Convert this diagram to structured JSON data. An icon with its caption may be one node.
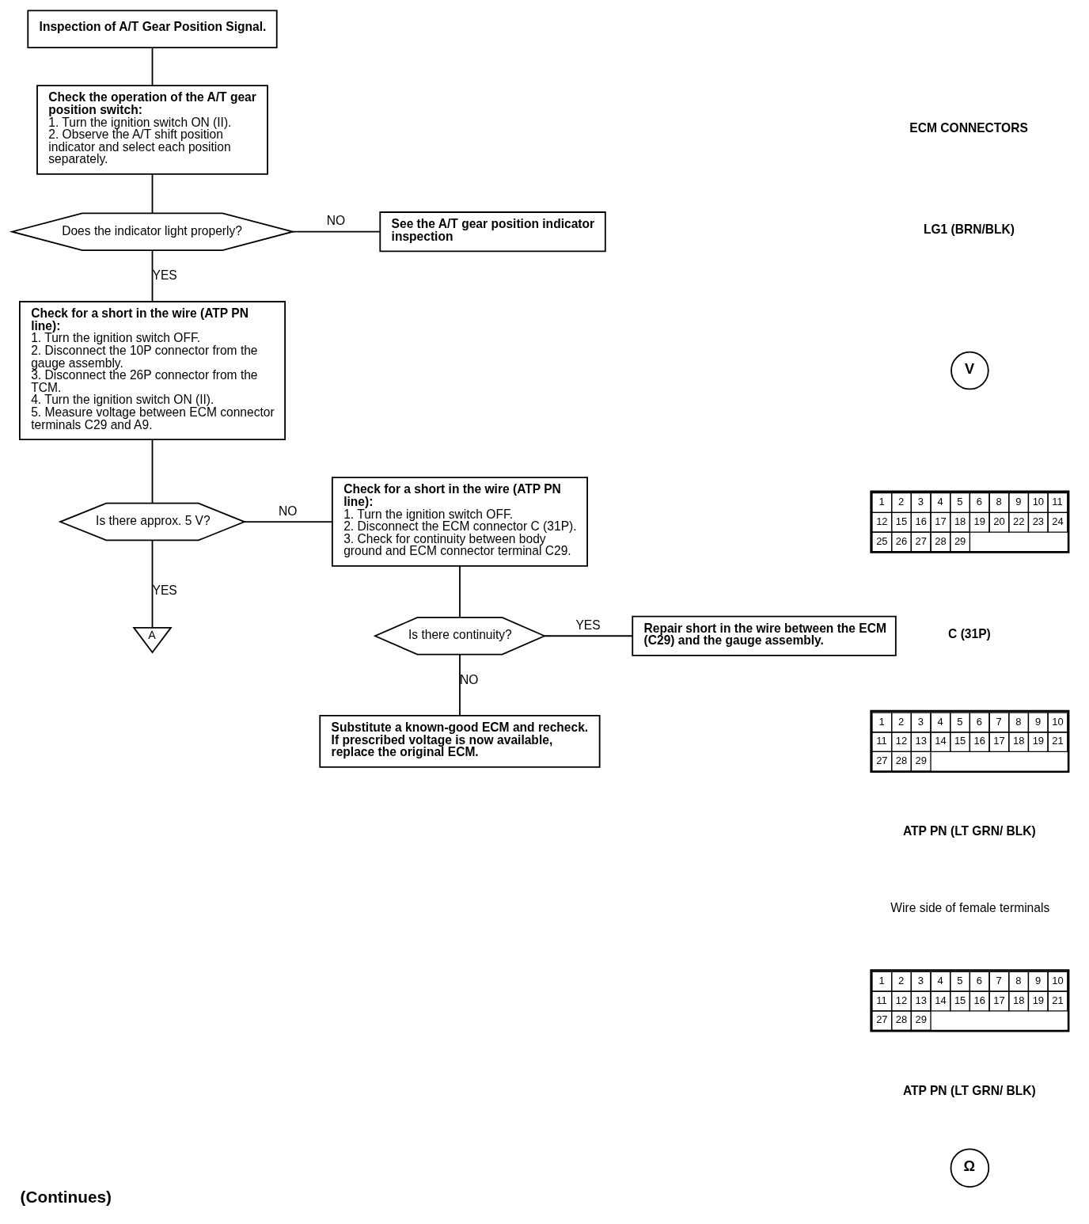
{
  "diagram": {
    "caption": "(Continues)",
    "nodes": [
      {
        "text": [
          "Inspection of A/T Gear Position Signal."
        ]
      },
      {
        "text": [
          "Check the operation of the A/T gear position switch:",
          "1. Turn the ignition switch ON (II).",
          "2. Observe the A/T shift position indicator and select each position separately."
        ]
      },
      {
        "text": [
          "Does the indicator light properly?"
        ]
      },
      {
        "text": [
          "See the A/T gear position indicator inspection"
        ]
      },
      {
        "text": [
          "Check for a short in the wire (ATP PN line):",
          "1. Turn the ignition switch OFF.",
          "2. Disconnect the 10P connector from the gauge assembly.",
          "3. Disconnect the 26P connector from the TCM.",
          "4. Turn the ignition switch ON (II).",
          "5. Measure voltage between ECM connector terminals C29 and A9."
        ]
      },
      {
        "text": [
          "Is there approx. 5 V?"
        ]
      },
      {
        "text": [
          "Check for a short in the wire (ATP PN line):",
          "1. Turn the ignition switch OFF.",
          "2. Disconnect the ECM connector C (31P).",
          "3. Check for continuity between body ground and ECM connector terminal C29."
        ]
      },
      {
        "text": [
          "Is there continuity?"
        ]
      },
      {
        "text": [
          "Repair short in the wire between the ECM (C29) and the gauge assembly."
        ]
      },
      {
        "text": [
          "Substitute a known-good ECM and recheck. If prescribed voltage is now available, replace the original ECM."
        ]
      },
      {
        "text": [
          "A"
        ]
      }
    ],
    "edges": [
      {
        "from": 0,
        "to": 1,
        "arrow": "none"
      },
      {
        "from": 1,
        "to": 2,
        "arrow": "none"
      },
      {
        "from": 2,
        "to": 3,
        "arrow": "none",
        "label": "NO"
      },
      {
        "from": 2,
        "to": 4,
        "arrow": "none",
        "label": "YES"
      },
      {
        "from": 4,
        "to": 5,
        "arrow": "none"
      },
      {
        "from": 5,
        "to": 6,
        "arrow": "none",
        "label": "NO"
      },
      {
        "from": 5,
        "to": 10,
        "arrow": "none",
        "label": "YES"
      },
      {
        "from": 6,
        "to": 7,
        "arrow": "none"
      },
      {
        "from": 7,
        "to": 8,
        "arrow": "none",
        "label": "YES"
      },
      {
        "from": 7,
        "to": 9,
        "arrow": "none",
        "label": "NO"
      }
    ],
    "labels": [
      "ECM CONNECTORS",
      "LG1 (BRN/BLK)",
      "V",
      "1",
      "2",
      "3",
      "4",
      "5",
      "6",
      "8",
      "9",
      "10",
      "11",
      "12",
      "15",
      "16",
      "17",
      "18",
      "19",
      "20",
      "22",
      "23",
      "24",
      "25",
      "26",
      "27",
      "28",
      "29",
      "C (31P)",
      "1",
      "2",
      "3",
      "4",
      "5",
      "6",
      "7",
      "8",
      "9",
      "10",
      "11",
      "12",
      "13",
      "14",
      "15",
      "16",
      "17",
      "18",
      "19",
      "21",
      "27",
      "28",
      "29",
      "ATP PN (LT GRN/ BLK)",
      "Wire side of female terminals",
      "1",
      "2",
      "3",
      "4",
      "5",
      "6",
      "7",
      "8",
      "9",
      "10",
      "11",
      "12",
      "13",
      "14",
      "15",
      "16",
      "17",
      "18",
      "19",
      "21",
      "27",
      "28",
      "29",
      "ATP PN (LT GRN/ BLK)",
      "Ω"
    ]
  }
}
